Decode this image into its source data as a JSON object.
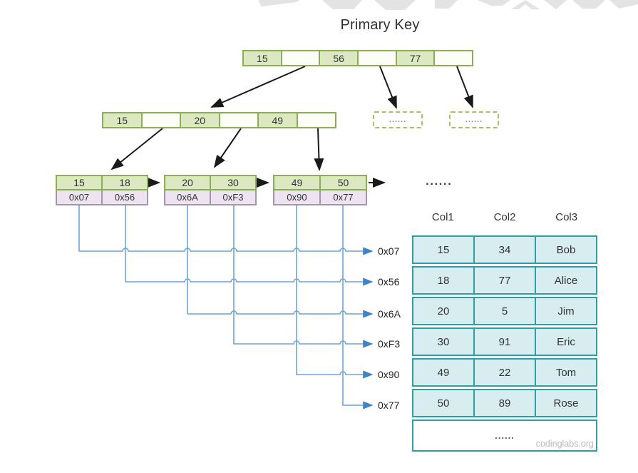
{
  "title": "Primary Key",
  "watermark": "codinglabs.org",
  "tree": {
    "root": {
      "cells": [
        "15",
        "",
        "56",
        "",
        "77",
        ""
      ]
    },
    "level2": {
      "cells": [
        "15",
        "",
        "20",
        "",
        "49",
        ""
      ]
    },
    "dashed_nodes": [
      "......",
      "......"
    ],
    "leaves": [
      {
        "keys": [
          "15",
          "18"
        ],
        "pointers": [
          "0x07",
          "0x56"
        ]
      },
      {
        "keys": [
          "20",
          "30"
        ],
        "pointers": [
          "0x6A",
          "0xF3"
        ]
      },
      {
        "keys": [
          "49",
          "50"
        ],
        "pointers": [
          "0x90",
          "0x77"
        ]
      }
    ],
    "leaf_chain_ellipsis": "......"
  },
  "pointer_labels": [
    "0x07",
    "0x56",
    "0x6A",
    "0xF3",
    "0x90",
    "0x77"
  ],
  "table": {
    "columns": [
      "Col1",
      "Col2",
      "Col3"
    ],
    "rows": [
      [
        "15",
        "34",
        "Bob"
      ],
      [
        "18",
        "77",
        "Alice"
      ],
      [
        "20",
        "5",
        "Jim"
      ],
      [
        "30",
        "91",
        "Eric"
      ],
      [
        "49",
        "22",
        "Tom"
      ],
      [
        "50",
        "89",
        "Rose"
      ]
    ],
    "last_row_ellipsis": "......"
  },
  "colors": {
    "green-border": "#8cae53",
    "green-fill": "#dce8c2",
    "purple-border": "#a495aa",
    "purple-fill": "#eee4f1",
    "teal-border": "#2d9fa4",
    "cyan-fill": "#d8edf0",
    "blue-line": "#6fa3d3",
    "blue-arrow": "#3d85c8",
    "dash-border": "#b0bc6a",
    "watermark-gray": "#e3e3e3"
  }
}
